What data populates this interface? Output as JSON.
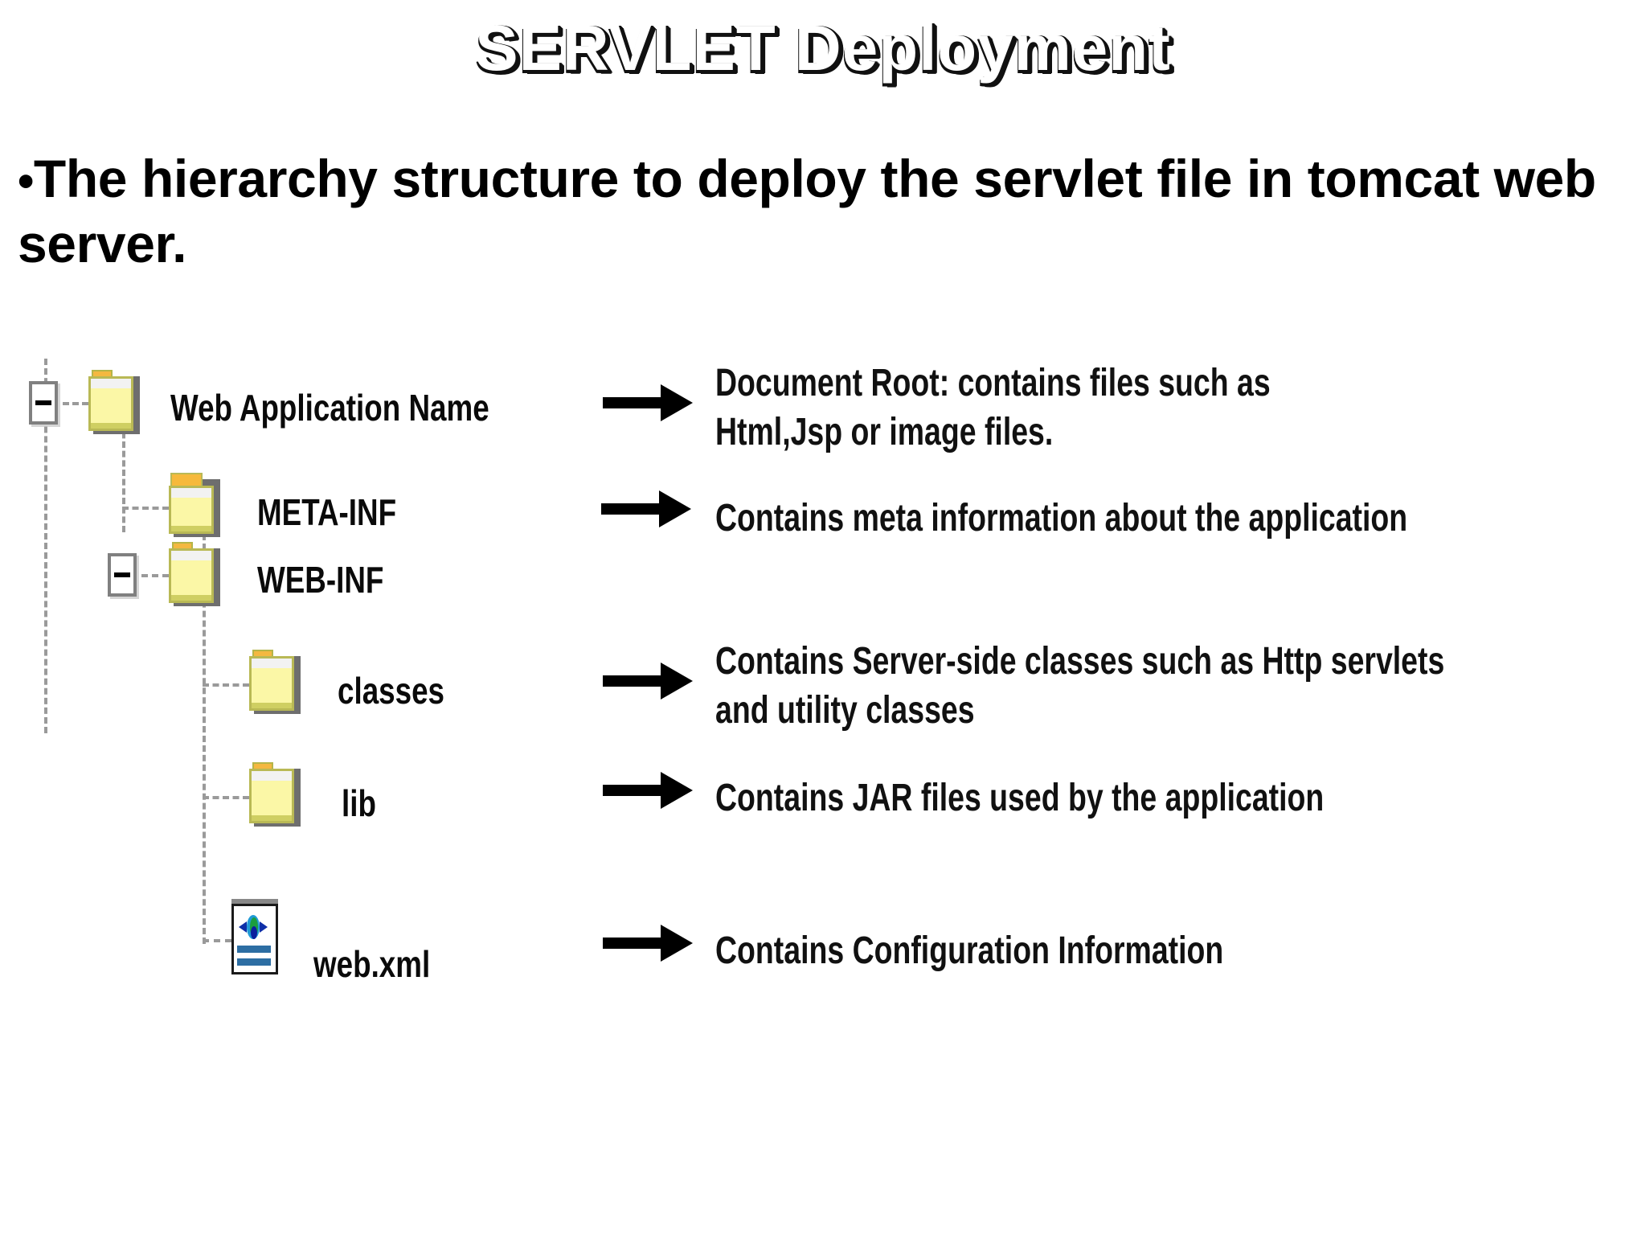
{
  "slide": {
    "title": "SERVLET Deployment",
    "bullet": {
      "marker": "•",
      "text": "The hierarchy structure to deploy the servlet file in tomcat web server."
    }
  },
  "diagram": {
    "nodes": [
      {
        "id": "web-application-name",
        "label": "Web Application Name",
        "icon": "folder-closed-icon",
        "expander": "minus",
        "depth": 0
      },
      {
        "id": "meta-inf",
        "label": "META-INF",
        "icon": "folder-open-icon",
        "expander": "none",
        "depth": 1
      },
      {
        "id": "web-inf",
        "label": "WEB-INF",
        "icon": "folder-closed-icon",
        "expander": "minus",
        "depth": 1
      },
      {
        "id": "classes",
        "label": "classes",
        "icon": "folder-closed-icon",
        "expander": "none",
        "depth": 2
      },
      {
        "id": "lib",
        "label": "lib",
        "icon": "folder-closed-icon",
        "expander": "none",
        "depth": 2
      },
      {
        "id": "web-xml",
        "label": "web.xml",
        "icon": "xml-document-icon",
        "expander": "none",
        "depth": 2
      }
    ],
    "descriptions": [
      {
        "for": "web-application-name",
        "lines": [
          "Document Root: contains files such as",
          "Html,Jsp or image files."
        ]
      },
      {
        "for": "meta-inf",
        "lines": [
          "Contains meta information about the application"
        ]
      },
      {
        "for": "classes",
        "lines": [
          "Contains Server-side classes such as Http servlets",
          "and utility classes"
        ]
      },
      {
        "for": "lib",
        "lines": [
          "Contains JAR files used by the application"
        ]
      },
      {
        "for": "web-xml",
        "lines": [
          "Contains Configuration Information"
        ]
      }
    ],
    "colors": {
      "folder_fill": "#fbf7a6",
      "folder_border": "#b9b955",
      "folder_tab": "#f4b840",
      "folder_shadow": "#6e6e6e",
      "tree_line": "#9a9a9a",
      "expander_border": "#808080",
      "arrow": "#000000",
      "xml_bar": "#2d6ea3",
      "text": "#111111",
      "background": "#ffffff"
    }
  }
}
